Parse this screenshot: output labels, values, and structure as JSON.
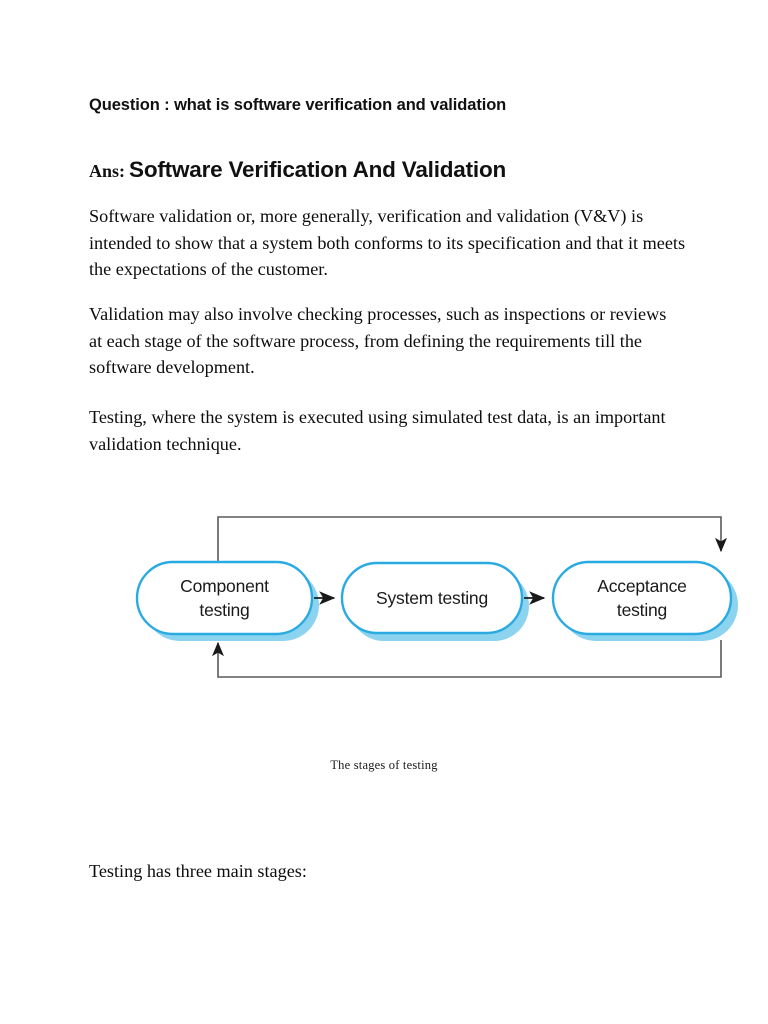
{
  "document": {
    "question_heading": "Question : what is software verification and validation",
    "answer_label": "Ans:",
    "answer_title": "Software Verification And Validation",
    "paragraphs": [
      "Software validation or, more generally, verification and validation (V&V) is intended to show that a system both conforms to its specification and that it meets the expectations of the customer.",
      "Validation may also involve checking processes, such as inspections or reviews at each stage of the software process, from defining the requirements till the software development.",
      "Testing, where the system is executed using simulated test data, is an important validation technique."
    ],
    "closing_line": "Testing has three main stages:"
  },
  "figure": {
    "caption": "The stages of testing",
    "nodes": [
      {
        "id": "component",
        "line1": "Component",
        "line2": "testing"
      },
      {
        "id": "system",
        "line1": "System testing",
        "line2": ""
      },
      {
        "id": "acceptance",
        "line1": "Acceptance",
        "line2": "testing"
      }
    ],
    "colors": {
      "node_border": "#29ABE2",
      "node_shadow": "#8BD3EF",
      "node_fill": "#FFFFFF",
      "connector": "#5A5A5A",
      "arrowhead": "#1A1A1A",
      "text": "#1A1A1A"
    }
  },
  "page": {
    "background": "#FFFFFF"
  }
}
